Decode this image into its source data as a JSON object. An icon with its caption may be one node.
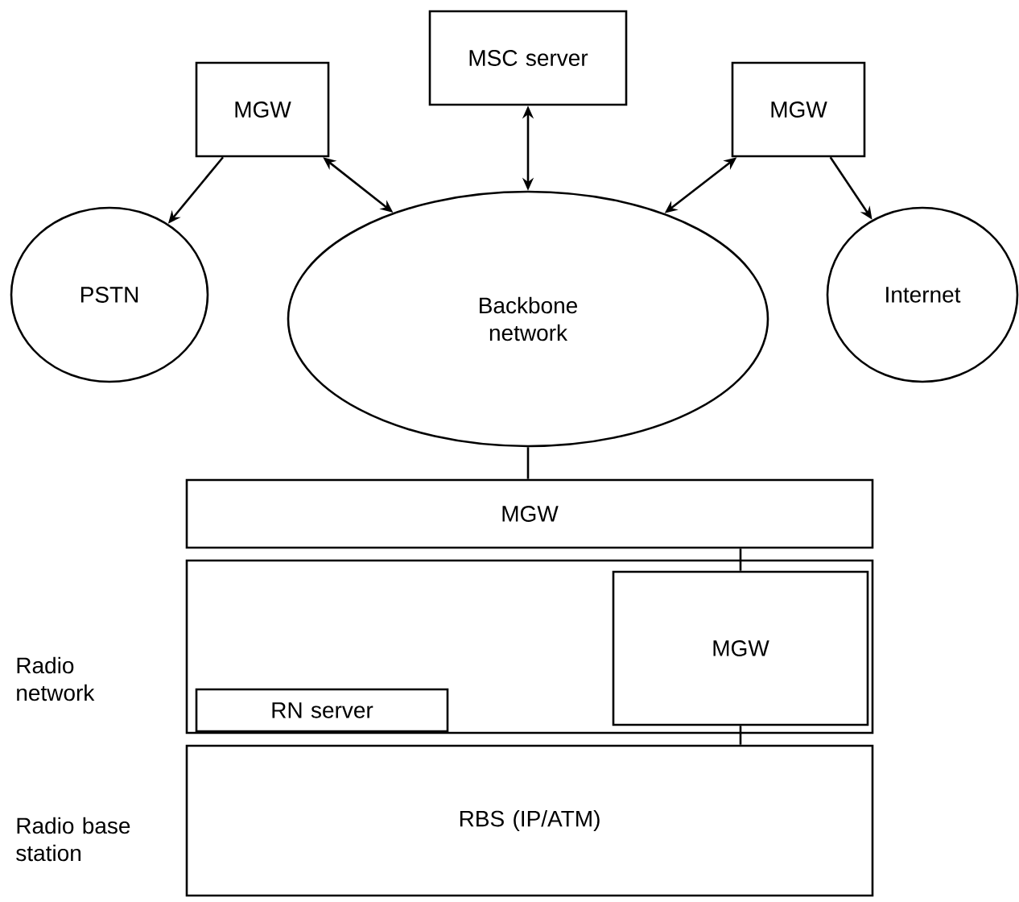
{
  "diagram": {
    "nodes": [
      {
        "text": [
          "MSC server"
        ]
      },
      {
        "text": [
          "MGW"
        ]
      },
      {
        "text": [
          "MGW"
        ]
      },
      {
        "text": [
          "PSTN"
        ]
      },
      {
        "text": [
          "Backbone network"
        ]
      },
      {
        "text": [
          "Internet"
        ]
      },
      {
        "text": [
          "MGW"
        ]
      },
      {
        "text": [
          "Radio network"
        ]
      },
      {
        "text": [
          "RN server"
        ],
        "in": 7
      },
      {
        "text": [
          "MGW"
        ],
        "in": 7
      },
      {
        "text": [
          "Radio base station",
          "RBS (IP/ATM)"
        ]
      }
    ],
    "edges": [
      {
        "from": 1,
        "to": 3,
        "arrow": "to"
      },
      {
        "from": 1,
        "to": 4,
        "arrow": "both"
      },
      {
        "from": 0,
        "to": 4,
        "arrow": "both"
      },
      {
        "from": 2,
        "to": 4,
        "arrow": "both"
      },
      {
        "from": 2,
        "to": 5,
        "arrow": "to"
      },
      {
        "from": 4,
        "to": 6,
        "arrow": "none"
      },
      {
        "from": 6,
        "to": 9,
        "arrow": "none"
      },
      {
        "from": 9,
        "to": 10,
        "arrow": "none"
      }
    ]
  }
}
